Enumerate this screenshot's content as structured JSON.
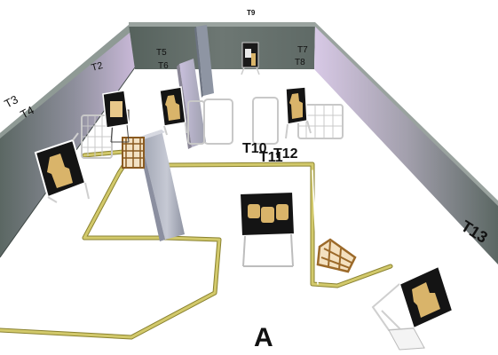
{
  "diagram": {
    "stage_letter": "A",
    "target_labels": {
      "t2": "T2",
      "t3": "T3",
      "t4": "T4",
      "t5": "T5",
      "t6": "T6",
      "t7": "T7",
      "t8": "T8",
      "t9": "T9",
      "t10": "T10",
      "t11": "T11",
      "t12": "T12",
      "t13": "T13"
    },
    "colors": {
      "wall_dark": "#5e6b66",
      "wall_light": "#d9c8e6",
      "floor": "#ffffff",
      "fault_line": "#b3aa3a",
      "target_board": "#141414",
      "target_paper": "#d9b46a",
      "pillar": "#b9bdc8"
    }
  }
}
